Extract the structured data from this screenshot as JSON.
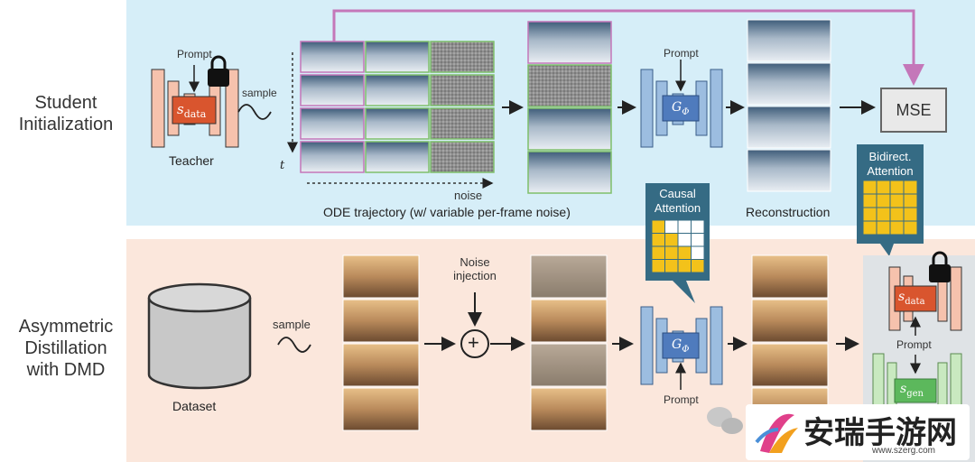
{
  "rows": {
    "top_label_line1": "Student",
    "top_label_line2": "Initialization",
    "bottom_label_line1": "Asymmetric",
    "bottom_label_line2": "Distillation",
    "bottom_label_line3": "with DMD"
  },
  "teacher": {
    "prompt": "Prompt",
    "score_label": "s",
    "score_sub": "data",
    "caption": "Teacher"
  },
  "top": {
    "sample": "sample",
    "t_axis": "t",
    "noise_axis": "noise",
    "ode_caption": "ODE trajectory (w/ variable per-frame noise)",
    "gen_prompt": "Prompt",
    "gen_label": "G",
    "gen_sub": "Φ",
    "reconstruction": "Reconstruction",
    "mse": "MSE"
  },
  "bottom": {
    "dataset": "Dataset",
    "sample": "sample",
    "noise_injection_line1": "Noise",
    "noise_injection_line2": "injection",
    "plus": "+",
    "gen_prompt": "Prompt",
    "causal_line1": "Causal",
    "causal_line2": "Attention",
    "bidirect_line1": "Bidirect.",
    "bidirect_line2": "Attention",
    "critic_prompt": "Prompt",
    "s_data_label": "s",
    "s_data_sub": "data",
    "s_gen_label": "s",
    "s_gen_sub": "gen"
  },
  "watermark": {
    "brand": "安瑞手游网",
    "url": "www.szerg.com"
  },
  "colors": {
    "top_bg": "#d6eef8",
    "bottom_bg": "#fbe7dc",
    "teacher_body": "#f6c2ad",
    "teacher_core": "#d9552e",
    "gen_body": "#9cbde0",
    "gen_core": "#4f7bbd",
    "attn_box": "#356b84",
    "attn_cell": "#f3c21a",
    "pink_arrow": "#c477b9",
    "critic_bg": "#dfe3e6",
    "s_gen_core": "#5cb85c",
    "s_gen_body": "#c9e9c0"
  }
}
